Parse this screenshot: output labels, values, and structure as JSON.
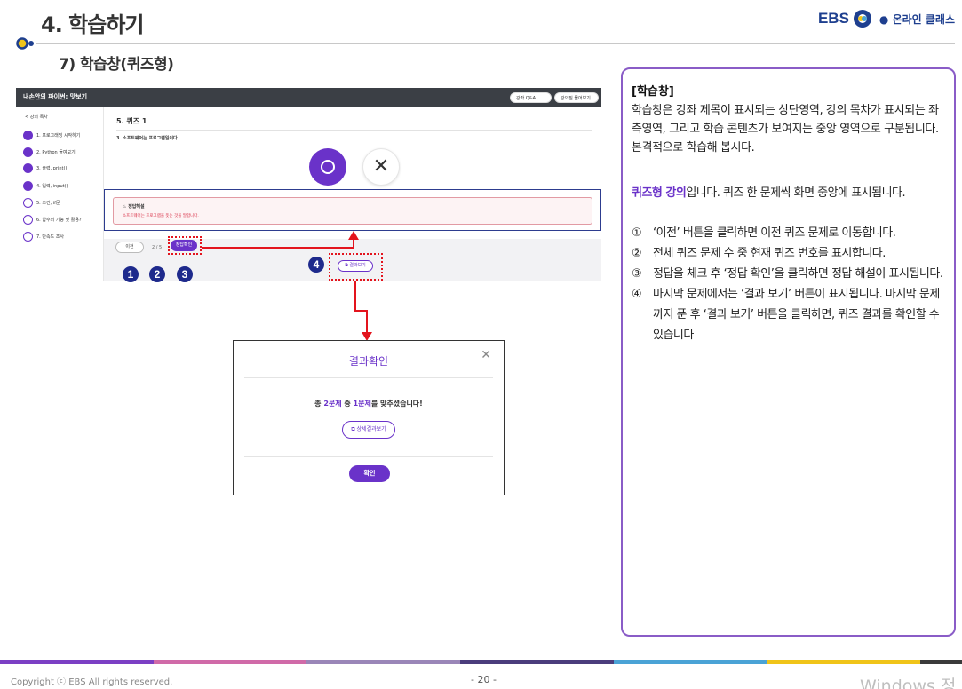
{
  "header": {
    "chapter_title": "4. 학습하기",
    "section_title": "7) 학습창(퀴즈형)",
    "brand_ebs": "EBS",
    "brand_online": "● 온라인 클래스"
  },
  "app": {
    "window_title": "내손안의 파이썬: 맛보기",
    "qa_button": "강좌 Q&A",
    "ask_button": "강의질 물어보기",
    "sidebar_back": "< 강의 목차",
    "sidebar_items": [
      "1. 프로그래밍 시작하기",
      "2. Python 들여보기",
      "3. 출력, print()",
      "4. 입력, input()",
      "5. 조건, if문",
      "6. 함수의 기능 및 활용?",
      "7. 만족도 조사"
    ],
    "quiz_title": "5. 퀴즈 1",
    "quiz_question": "3. 소프트웨어는 프로그램일이다",
    "answer_o": "O",
    "answer_x": "✕",
    "explanation_title": "정답해설",
    "explanation_body": "소프트웨어는 프로그램을 뜻는 것을 말합니다.",
    "prev_button": "이전",
    "quiz_count": "2 / 5",
    "check_button": "정답확인",
    "result_button": "결과보기"
  },
  "badges": [
    "1",
    "2",
    "3",
    "4"
  ],
  "modal": {
    "title": "결과확인",
    "close": "✕",
    "msg_prefix": "총 ",
    "msg_total": "2문제",
    "msg_mid": " 중 ",
    "msg_correct": "1문제",
    "msg_suffix": "를 맞추셨습니다!",
    "detail_button": "상세결과보기",
    "confirm_button": "확인"
  },
  "description": {
    "heading": "[학습창]",
    "paragraph": "학습창은 강좌 제목이 표시되는 상단영역, 강의 목차가 표시되는 좌측영역, 그리고 학습 콘텐츠가 보여지는 중앙 영역으로 구분됩니다. 본격적으로 학습해 봅시다.",
    "lead_accent": "퀴즈형 강의",
    "lead_rest": "입니다. 퀴즈 한 문제씩 화면 중앙에 표시됩니다.",
    "items": [
      {
        "num": "①",
        "text": "‘이전’ 버튼을 클릭하면 이전 퀴즈 문제로 이동합니다."
      },
      {
        "num": "②",
        "text": "전체 퀴즈 문제 수 중 현재 퀴즈 번호를 표시합니다."
      },
      {
        "num": "③",
        "text": "정답을 체크 후 ‘정답 확인’을 클릭하면 정답 해설이 표시됩니다."
      },
      {
        "num": "④",
        "text": "마지막 문제에서는 ‘결과 보기’ 버튼이 표시됩니다. 마지막 문제까지 푼 후 ‘결과 보기’ 버튼을 클릭하면, 퀴즈 결과를 확인할 수 있습니다"
      }
    ]
  },
  "footer": {
    "copyright": "Copyright ⓒ EBS All rights reserved.",
    "page_number": "- 20 -",
    "watermark": "Windows 정"
  },
  "colors": {
    "accent_purple": "#6a32c9",
    "brand_navy": "#1e3f8f",
    "highlight_red": "#e3141d",
    "footer_stripes": [
      "#7b3fc4",
      "#d06aa8",
      "#9a86b8",
      "#4b3d7c",
      "#4aa3d6",
      "#f0c419",
      "#3a3a3a"
    ]
  }
}
